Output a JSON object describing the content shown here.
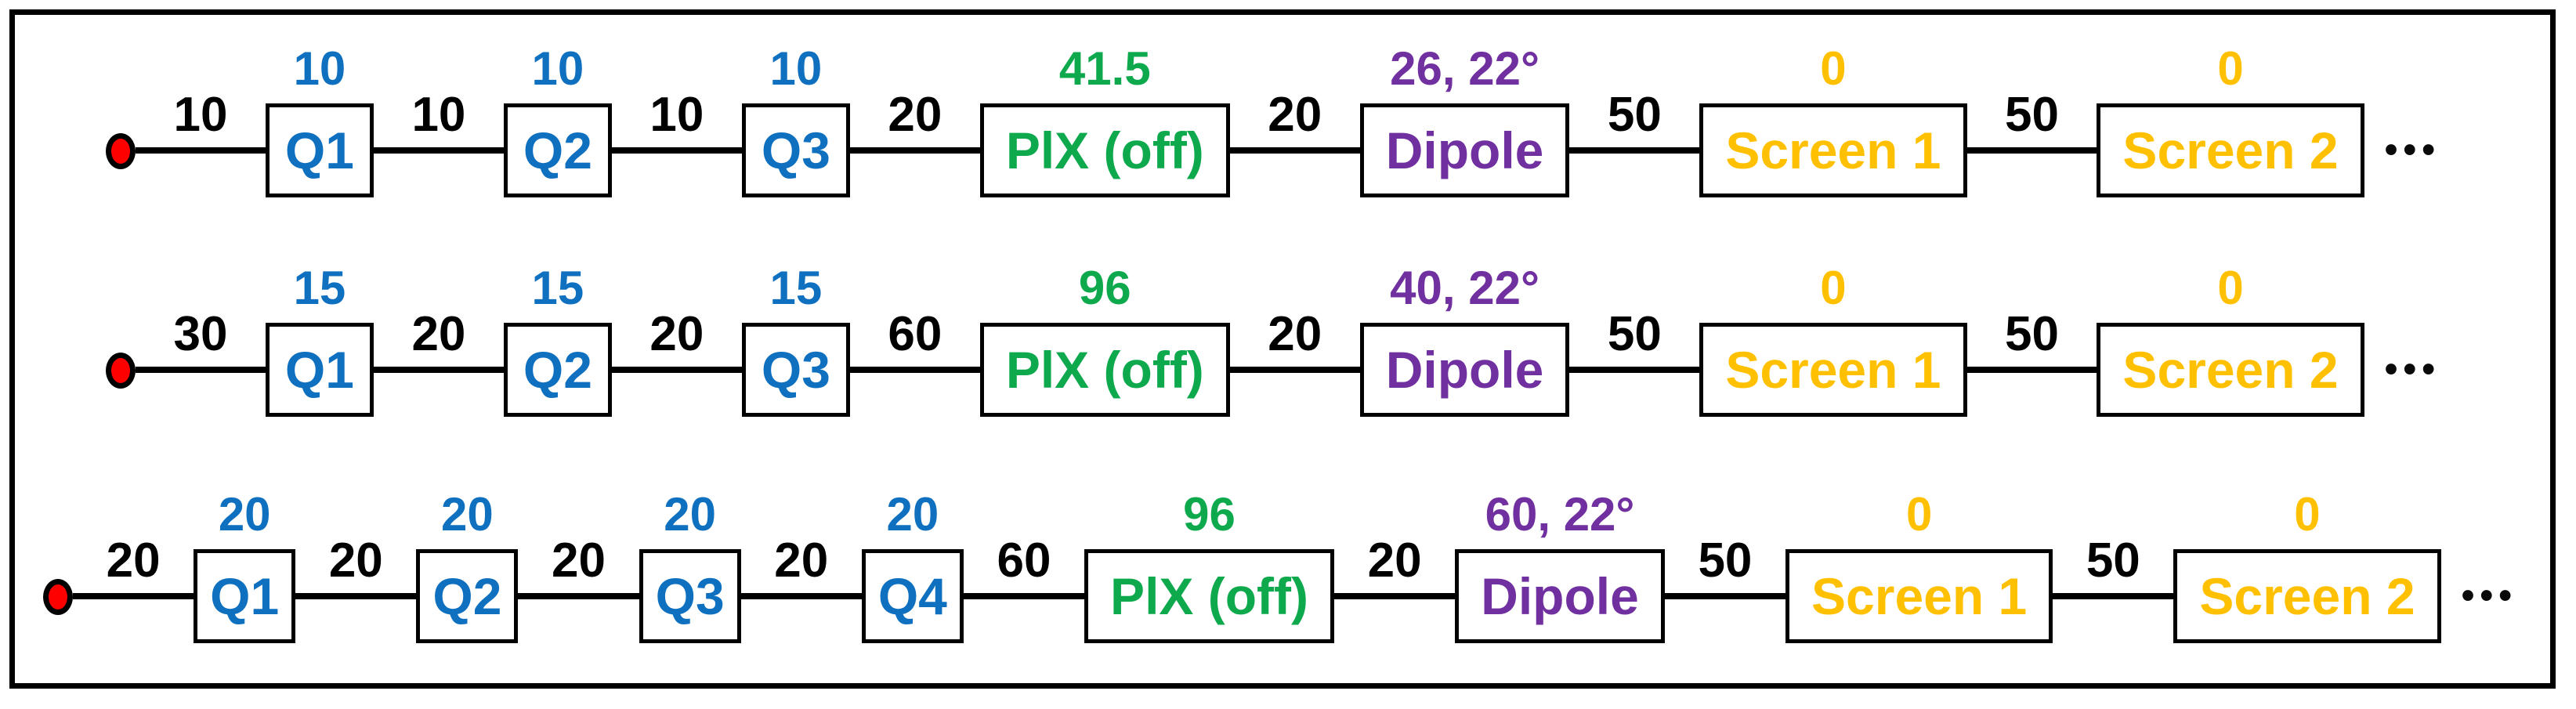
{
  "diagram": {
    "description": "Three beamline layout schematics",
    "ellipsis": "•••",
    "colors": {
      "quad": "#0f70c0",
      "plx": "#0ea94d",
      "dipole": "#7030a0",
      "screen": "#ffc000",
      "source": "#fe0000",
      "line": "#000000",
      "border": "#000000"
    },
    "rows": [
      {
        "name": "beamline-row-1",
        "items": [
          {
            "kind": "source"
          },
          {
            "kind": "drift",
            "label": "10"
          },
          {
            "kind": "element",
            "type": "quad",
            "label": "Q1",
            "value": "10"
          },
          {
            "kind": "drift",
            "label": "10"
          },
          {
            "kind": "element",
            "type": "quad",
            "label": "Q2",
            "value": "10"
          },
          {
            "kind": "drift",
            "label": "10"
          },
          {
            "kind": "element",
            "type": "quad",
            "label": "Q3",
            "value": "10"
          },
          {
            "kind": "drift",
            "label": "20"
          },
          {
            "kind": "element",
            "type": "plx",
            "label": "PlX (off)",
            "value": "41.5"
          },
          {
            "kind": "drift",
            "label": "20"
          },
          {
            "kind": "element",
            "type": "dipole",
            "label": "Dipole",
            "value": "26, 22°"
          },
          {
            "kind": "drift",
            "label": "50"
          },
          {
            "kind": "element",
            "type": "screen",
            "label": "Screen 1",
            "value": "0"
          },
          {
            "kind": "drift",
            "label": "50"
          },
          {
            "kind": "element",
            "type": "screen",
            "label": "Screen 2",
            "value": "0"
          },
          {
            "kind": "ellipsis"
          }
        ]
      },
      {
        "name": "beamline-row-2",
        "items": [
          {
            "kind": "source"
          },
          {
            "kind": "drift",
            "label": "30"
          },
          {
            "kind": "element",
            "type": "quad",
            "label": "Q1",
            "value": "15"
          },
          {
            "kind": "drift",
            "label": "20"
          },
          {
            "kind": "element",
            "type": "quad",
            "label": "Q2",
            "value": "15"
          },
          {
            "kind": "drift",
            "label": "20"
          },
          {
            "kind": "element",
            "type": "quad",
            "label": "Q3",
            "value": "15"
          },
          {
            "kind": "drift",
            "label": "60"
          },
          {
            "kind": "element",
            "type": "plx",
            "label": "PlX (off)",
            "value": "96"
          },
          {
            "kind": "drift",
            "label": "20"
          },
          {
            "kind": "element",
            "type": "dipole",
            "label": "Dipole",
            "value": "40, 22°"
          },
          {
            "kind": "drift",
            "label": "50"
          },
          {
            "kind": "element",
            "type": "screen",
            "label": "Screen 1",
            "value": "0"
          },
          {
            "kind": "drift",
            "label": "50"
          },
          {
            "kind": "element",
            "type": "screen",
            "label": "Screen 2",
            "value": "0"
          },
          {
            "kind": "ellipsis"
          }
        ]
      },
      {
        "name": "beamline-row-3",
        "items": [
          {
            "kind": "source"
          },
          {
            "kind": "drift",
            "label": "20"
          },
          {
            "kind": "element",
            "type": "quad",
            "label": "Q1",
            "value": "20"
          },
          {
            "kind": "drift",
            "label": "20"
          },
          {
            "kind": "element",
            "type": "quad",
            "label": "Q2",
            "value": "20"
          },
          {
            "kind": "drift",
            "label": "20"
          },
          {
            "kind": "element",
            "type": "quad",
            "label": "Q3",
            "value": "20"
          },
          {
            "kind": "drift",
            "label": "20"
          },
          {
            "kind": "element",
            "type": "quad",
            "label": "Q4",
            "value": "20"
          },
          {
            "kind": "drift",
            "label": "60"
          },
          {
            "kind": "element",
            "type": "plx",
            "label": "PlX (off)",
            "value": "96"
          },
          {
            "kind": "drift",
            "label": "20"
          },
          {
            "kind": "element",
            "type": "dipole",
            "label": "Dipole",
            "value": "60, 22°"
          },
          {
            "kind": "drift",
            "label": "50"
          },
          {
            "kind": "element",
            "type": "screen",
            "label": "Screen 1",
            "value": "0"
          },
          {
            "kind": "drift",
            "label": "50"
          },
          {
            "kind": "element",
            "type": "screen",
            "label": "Screen 2",
            "value": "0"
          },
          {
            "kind": "ellipsis"
          }
        ]
      }
    ]
  }
}
